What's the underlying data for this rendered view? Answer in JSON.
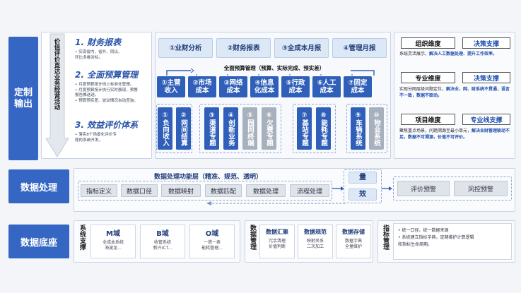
{
  "bands": {
    "top": "定制输出",
    "middle": "数据处理",
    "bottom": "数据底座"
  },
  "arrow_text": "价值评价直达业务经营活动",
  "sections": [
    {
      "title": "1. 财务报表",
      "bullets": [
        "• 实现省内、省外、同比、",
        "  环比多维对标。"
      ]
    },
    {
      "title": "2. 全面预算管理",
      "bullets": [
        "• 月度预算按计线上标准化管理。",
        "• 月度预算按计执行实时展现，预警",
        "  报告推送送。",
        "• 预算预实差、波动情况自动查询。"
      ]
    },
    {
      "title": "3. 效益评价体系",
      "bullets": [
        "• 落实8个场景化评价专",
        "  题的系统开发。"
      ]
    }
  ],
  "reports": [
    "①业财分析",
    "②财务报表",
    "③全成本月报",
    "④管理月报"
  ],
  "budget_title": "全面预算管理（预算、实际完成、预实差）",
  "budget_items": [
    "①主营收入",
    "②市场成本",
    "③网络成本",
    "④信息化成本",
    "⑤行政成本",
    "⑥人工成本",
    "⑦固定成本"
  ],
  "eval_items": [
    "①负向收入",
    "②网间结算",
    "③渠道专题",
    "④创新业务",
    "⑤园网终端",
    "⑥欠费专题",
    "⑦基站专题",
    "⑧能耗专题",
    "⑨车辆系统",
    "⑩物业系统"
  ],
  "dimensions": [
    {
      "left": "组织维度",
      "right": "决策支撑",
      "desc_plain": "系统灵活展示，",
      "desc_bold": "解决人工数据处理、提升工作效率。"
    },
    {
      "left": "专业维度",
      "right": "决策支撑",
      "desc_plain": "实现分网层级问题定位，",
      "desc_bold": "解决业、网、财系统不贯通，语言不一致，数据不联动。"
    },
    {
      "left": "项目维度",
      "right": "专业线支撑",
      "desc_plain": "聚焦重点场景，问题溯源至最小单元，",
      "desc_bold": "解决业财管理联动不足，数据不可溯源，价值不可评价。"
    }
  ],
  "processing": {
    "title": "数据处理功能层（精准、规范、透明）",
    "chips": [
      "指标定义",
      "数据口径",
      "数据映射",
      "数据匹配",
      "数据处理",
      "流程处理"
    ],
    "quantify": [
      "量",
      "效"
    ],
    "alerts": [
      "评价预警",
      "风控预警"
    ]
  },
  "base": {
    "system_label": "系统支撑",
    "domains": [
      {
        "name": "M域",
        "lines": [
          "全成本系统",
          "海波龙..."
        ]
      },
      {
        "name": "B域",
        "lines": [
          "收管系统",
          "新兴ICT..."
        ]
      },
      {
        "name": "O域",
        "lines": [
          "一塔一表",
          "能耗管理..."
        ]
      }
    ],
    "data_label": "数据管理",
    "data_items": [
      {
        "name": "数据汇聚",
        "lines": [
          "冗余清理",
          "价值判断"
        ]
      },
      {
        "name": "数据规范",
        "lines": [
          "映射关系",
          "二次加工"
        ]
      },
      {
        "name": "数据存储",
        "lines": [
          "数据字典",
          "全量维护"
        ]
      }
    ],
    "index_label": "指标管理",
    "index_bullets": [
      "• 统一口径、统一数据来源",
      "• 系统建立指标字典，定期维护计算逻辑",
      "  和指标生命周期。"
    ]
  }
}
